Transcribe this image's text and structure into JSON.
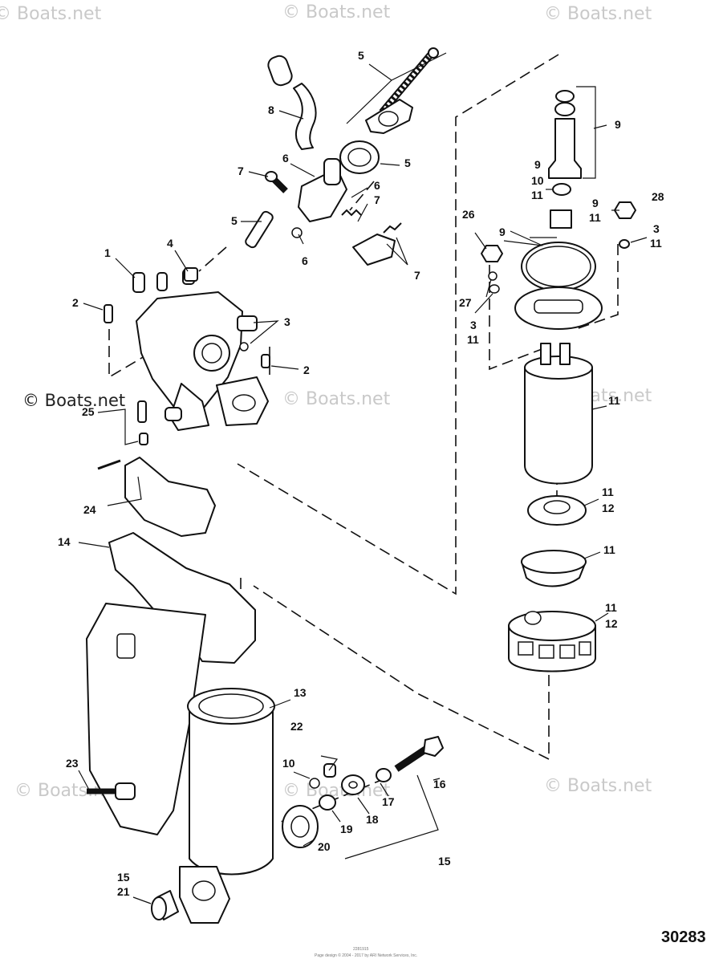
{
  "watermark": {
    "text": "© Boats.net"
  },
  "drawing_id": "30283",
  "footer": {
    "line1": "2281915",
    "line2": "Page design © 2004 - 2017 by ARI Network Services, Inc."
  },
  "callouts": {
    "c1": "1",
    "c2a": "2",
    "c2b": "2",
    "c3a": "3",
    "c3b": "3",
    "c3c": "3",
    "c4": "4",
    "c5a": "5",
    "c5b": "5",
    "c5c": "5",
    "c6a": "6",
    "c6b": "6",
    "c6c": "6",
    "c7a": "7",
    "c7b": "7",
    "c7c": "7",
    "c8": "8",
    "c9a": "9",
    "c9b": "9",
    "c9c": "9",
    "c9d": "9",
    "c10a": "10",
    "c10b": "10",
    "c11a": "11",
    "c11b": "11",
    "c11c": "11",
    "c11d": "11",
    "c11e": "11",
    "c11f": "11",
    "c11g": "11",
    "c11h": "11",
    "c12a": "12",
    "c12b": "12",
    "c13": "13",
    "c14": "14",
    "c15a": "15",
    "c15b": "15",
    "c16": "16",
    "c17": "17",
    "c18": "18",
    "c19": "19",
    "c20": "20",
    "c21": "21",
    "c22": "22",
    "c23": "23",
    "c24": "24",
    "c25": "25",
    "c26": "26",
    "c27": "27",
    "c28": "28"
  }
}
